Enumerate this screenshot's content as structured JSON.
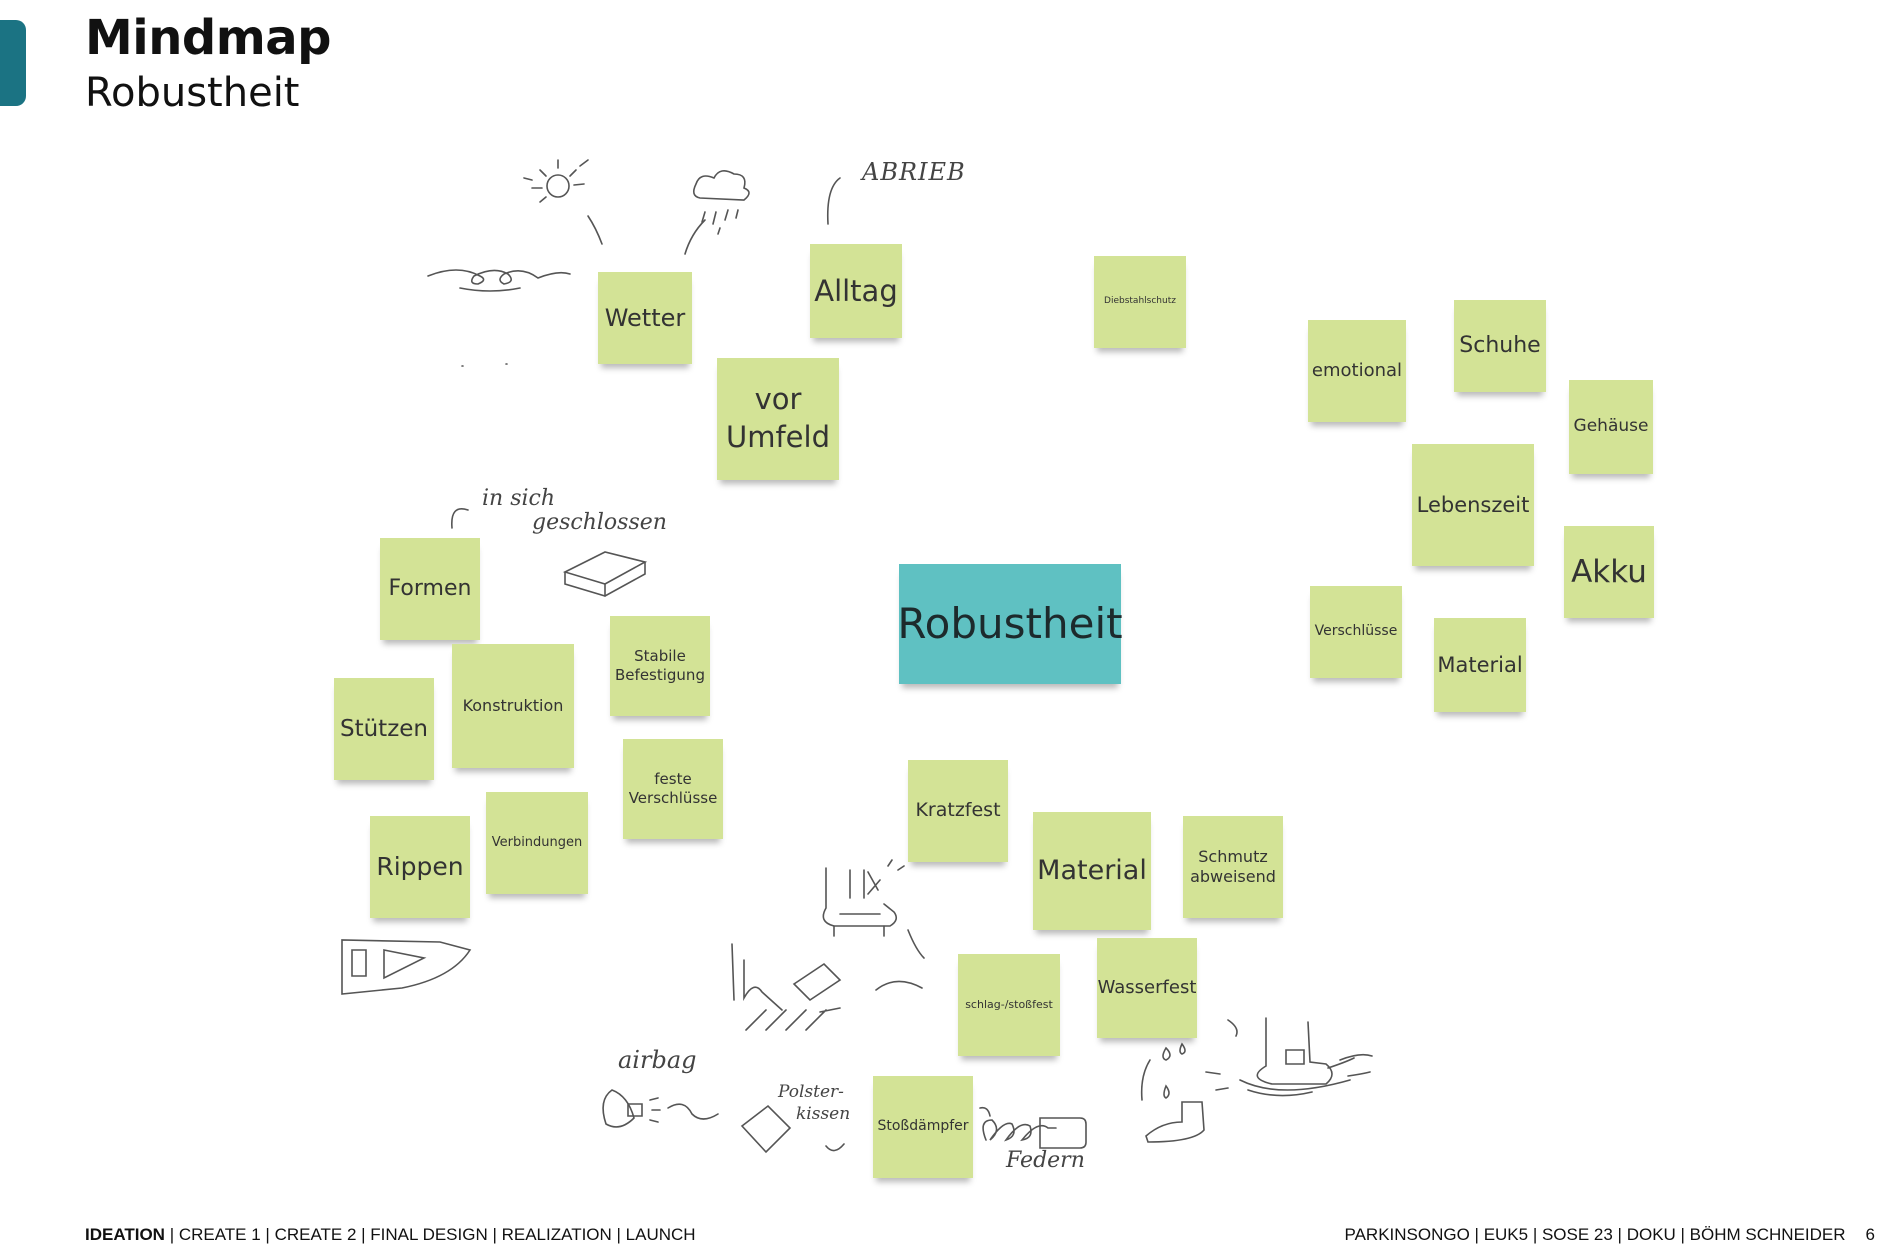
{
  "header": {
    "title": "Mindmap",
    "subtitle": "Robustheit",
    "accent_color": "#1b7383"
  },
  "mindmap": {
    "center": "Robustheit",
    "center_color": "#5fc1c2",
    "note_color": "#d3e396",
    "notes": {
      "wetter": "Wetter",
      "alltag": "Alltag",
      "vor_umfeld": "vor\nUmfeld",
      "diebstahlschutz": "Diebstahlschutz",
      "emotional": "emotional",
      "schuhe": "Schuhe",
      "gehaeuse": "Gehäuse",
      "lebenszeit": "Lebenszeit",
      "akku": "Akku",
      "verschluesse_right": "Verschlüsse",
      "material_right": "Material",
      "formen": "Formen",
      "stabile_befestigung": "Stabile\nBefestigung",
      "konstruktion": "Konstruktion",
      "stuetzen": "Stützen",
      "feste_verschluesse": "feste\nVerschlüsse",
      "rippen": "Rippen",
      "verbindungen": "Verbindungen",
      "kratzfest": "Kratzfest",
      "material_bottom": "Material",
      "schmutz_abweisend": "Schmutz\nabweisend",
      "schlag_stossfest": "schlag-/stoßfest",
      "wasserfest": "Wasserfest",
      "stossdaempfer": "Stoßdämpfer"
    },
    "handwritten": {
      "abrieb": "ABRIEB",
      "in_sich_geschlossen_1": "in sich",
      "in_sich_geschlossen_2": "geschlossen",
      "airbag": "airbag",
      "polsterkissen_1": "Polster-",
      "polsterkissen_2": "kissen",
      "federn": "Federn"
    }
  },
  "footer": {
    "nav_active": "IDEATION",
    "nav_rest": " | CREATE 1 | CREATE 2 | FINAL DESIGN | REALIZATION | LAUNCH",
    "meta": "PARKINSONGO | EUK5 | SOSE 23 | DOKU | BÖHM SCHNEIDER",
    "page_number": "6"
  }
}
